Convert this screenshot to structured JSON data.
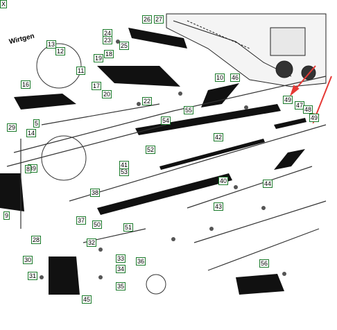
{
  "diagram": {
    "logo_text": "Wirtgen",
    "label_color": "#1a7a2a",
    "arrow_color": "#e53935",
    "callouts": [
      "26",
      "27",
      "24",
      "23",
      "25",
      "22",
      "13",
      "12",
      "11",
      "19",
      "18",
      "16",
      "20",
      "10",
      "17",
      "46",
      "49",
      "47",
      "48",
      "49",
      "55",
      "54",
      "53",
      "52",
      "50",
      "51",
      "56",
      "28",
      "30",
      "31",
      "32",
      "33",
      "34",
      "35",
      "36",
      "37",
      "38",
      "39",
      "40",
      "41",
      "42",
      "43",
      "44",
      "45",
      "29",
      "14",
      "8",
      "9",
      "5",
      "X"
    ]
  }
}
